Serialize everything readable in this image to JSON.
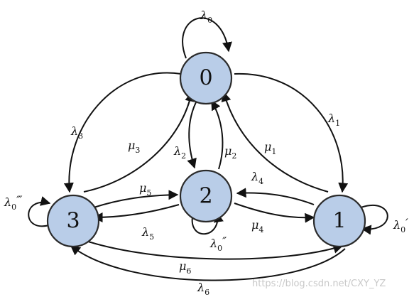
{
  "nodes": [
    {
      "id": "n0",
      "label": "0"
    },
    {
      "id": "n1",
      "label": "1"
    },
    {
      "id": "n2",
      "label": "2"
    },
    {
      "id": "n3",
      "label": "3"
    }
  ],
  "edge_labels": {
    "lambda0": {
      "sym": "λ",
      "sub": "0",
      "mark": ""
    },
    "lambda0p": {
      "sym": "λ",
      "sub": "0",
      "mark": "′"
    },
    "lambda0pp": {
      "sym": "λ",
      "sub": "0",
      "mark": "″"
    },
    "lambda0ppp": {
      "sym": "λ",
      "sub": "0",
      "mark": "‴"
    },
    "lambda1": {
      "sym": "λ",
      "sub": "1",
      "mark": ""
    },
    "lambda2": {
      "sym": "λ",
      "sub": "2",
      "mark": ""
    },
    "lambda3": {
      "sym": "λ",
      "sub": "3",
      "mark": ""
    },
    "lambda4": {
      "sym": "λ",
      "sub": "4",
      "mark": ""
    },
    "lambda5": {
      "sym": "λ",
      "sub": "5",
      "mark": ""
    },
    "lambda6": {
      "sym": "λ",
      "sub": "6",
      "mark": ""
    },
    "mu1": {
      "sym": "μ",
      "sub": "1",
      "mark": ""
    },
    "mu2": {
      "sym": "μ",
      "sub": "2",
      "mark": ""
    },
    "mu3": {
      "sym": "μ",
      "sub": "3",
      "mark": ""
    },
    "mu4": {
      "sym": "μ",
      "sub": "4",
      "mark": ""
    },
    "mu5": {
      "sym": "μ",
      "sub": "5",
      "mark": ""
    },
    "mu6": {
      "sym": "μ",
      "sub": "6",
      "mark": ""
    }
  },
  "watermark": "https://blog.csdn.net/CXY_YZ"
}
